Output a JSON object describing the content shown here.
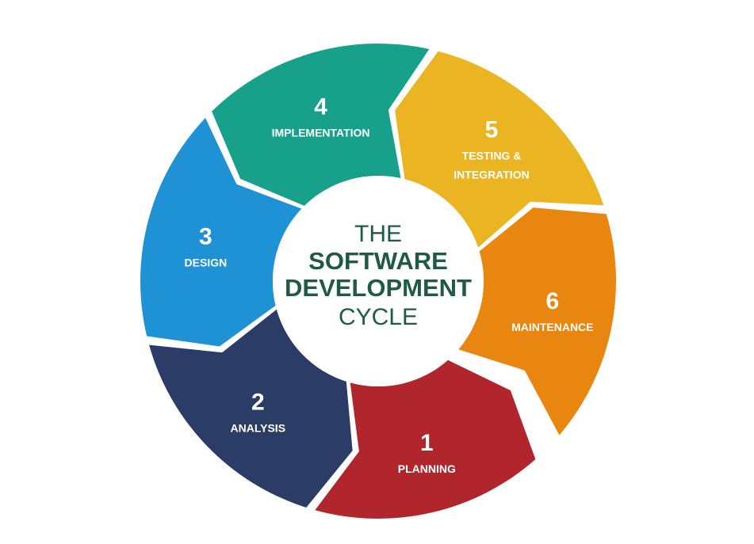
{
  "center": {
    "line1": "THE",
    "line2": "SOFTWARE",
    "line3": "DEVELOPMENT",
    "line4": "CYCLE",
    "color": "#1f5a45"
  },
  "stages": [
    {
      "id": "planning",
      "number": "1",
      "label_lines": [
        "PLANNING"
      ],
      "color": "#b1252d"
    },
    {
      "id": "analysis",
      "number": "2",
      "label_lines": [
        "ANALYSIS"
      ],
      "color": "#2b3d66"
    },
    {
      "id": "design",
      "number": "3",
      "label_lines": [
        "DESIGN"
      ],
      "color": "#1f92d5"
    },
    {
      "id": "implementation",
      "number": "4",
      "label_lines": [
        "IMPLEMENTATION"
      ],
      "color": "#17a08a"
    },
    {
      "id": "testing",
      "number": "5",
      "label_lines": [
        "TESTING &",
        "INTEGRATION"
      ],
      "color": "#ebb423"
    },
    {
      "id": "maintenance",
      "number": "6",
      "label_lines": [
        "MAINTENANCE"
      ],
      "color": "#e8860f"
    }
  ]
}
